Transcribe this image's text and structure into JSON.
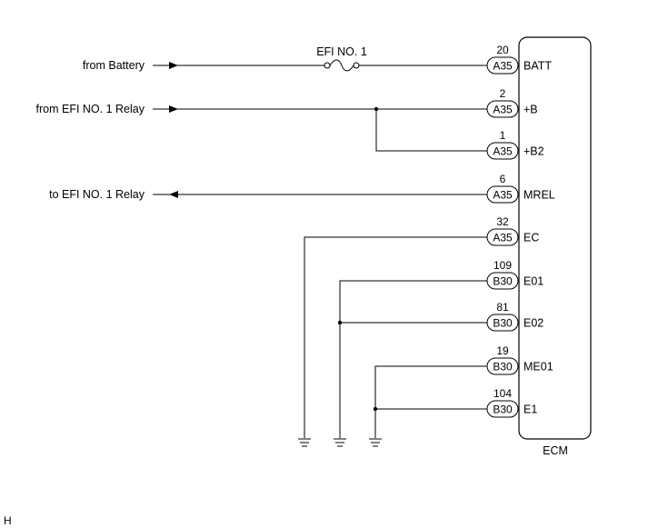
{
  "fuse": {
    "label": "EFI NO. 1"
  },
  "ecm": {
    "label": "ECM"
  },
  "sources": {
    "battery": "from Battery",
    "efi_relay_in": "from EFI NO. 1 Relay",
    "efi_relay_out": "to EFI NO. 1 Relay"
  },
  "connections": [
    {
      "pin": "20",
      "connector": "A35",
      "terminal": "BATT"
    },
    {
      "pin": "2",
      "connector": "A35",
      "terminal": "+B"
    },
    {
      "pin": "1",
      "connector": "A35",
      "terminal": "+B2"
    },
    {
      "pin": "6",
      "connector": "A35",
      "terminal": "MREL"
    },
    {
      "pin": "32",
      "connector": "A35",
      "terminal": "EC"
    },
    {
      "pin": "109",
      "connector": "B30",
      "terminal": "E01"
    },
    {
      "pin": "81",
      "connector": "B30",
      "terminal": "E02"
    },
    {
      "pin": "19",
      "connector": "B30",
      "terminal": "ME01"
    },
    {
      "pin": "104",
      "connector": "B30",
      "terminal": "E1"
    }
  ],
  "corner_mark": "H"
}
